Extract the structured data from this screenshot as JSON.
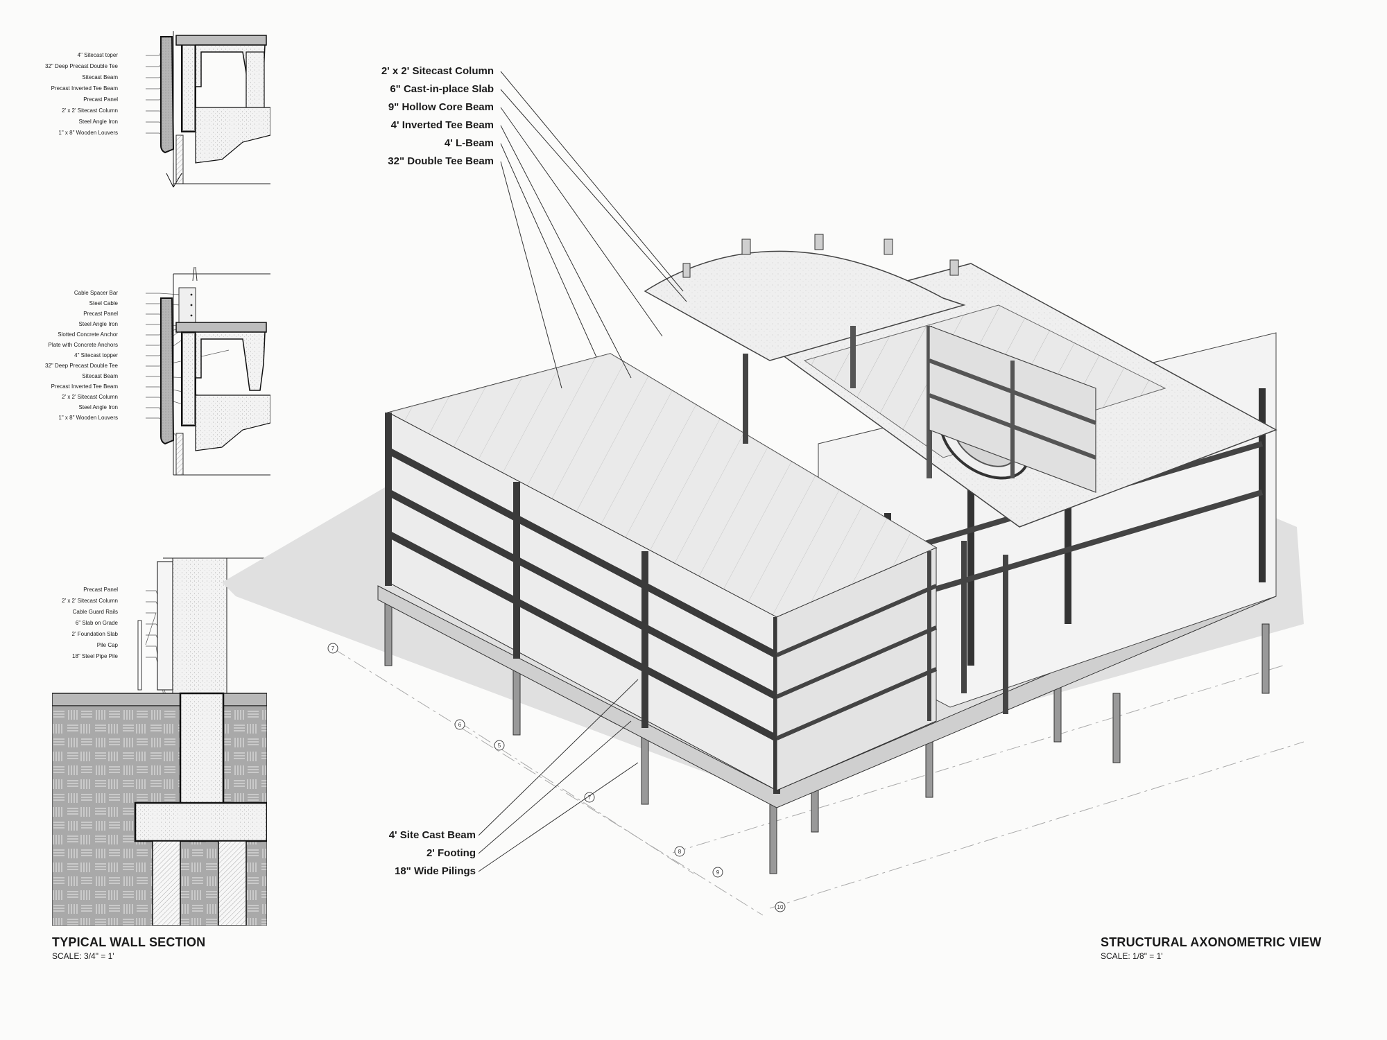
{
  "detail_1": {
    "labels": [
      "4\" Sitecast toper",
      "32\" Deep Precast Double Tee",
      "Sitecast Beam",
      "Precast Inverted Tee Beam",
      "Precast Panel",
      "2' x 2' Sitecast Column",
      "Steel Angle Iron",
      "1\" x 8\" Wooden Louvers"
    ]
  },
  "detail_2": {
    "labels": [
      "Cable Spacer Bar",
      "Steel Cable",
      "Precast Panel",
      "Steel Angle Iron",
      "Slotted Concrete Anchor",
      "Plate with Concrete Anchors",
      "4\" Sitecast topper",
      "32\" Deep Precast Double Tee",
      "Sitecast Beam",
      "Precast Inverted Tee Beam",
      "2' x 2' Sitecast Column",
      "Steel Angle Iron",
      "1\" x 8\" Wooden Louvers"
    ]
  },
  "detail_3": {
    "labels": [
      "Precast Panel",
      "2' x 2' Sitecast Column",
      "Cable Guard Rails",
      "6\" Slab on Grade",
      "2' Foundation Slab",
      "Pile Cap",
      "18\" Steel Pipe Pile"
    ]
  },
  "callouts_top": [
    "2' x 2' Sitecast Column",
    "6\" Cast-in-place Slab",
    "9\" Hollow Core Beam",
    "4' Inverted Tee Beam",
    "4' L-Beam",
    "32\" Double Tee Beam"
  ],
  "callouts_bottom": [
    "4' Site Cast Beam",
    "2' Footing",
    "18\" Wide Pilings"
  ],
  "grid_tags": [
    "7",
    "6",
    "5",
    "7",
    "8",
    "9",
    "10"
  ],
  "left_title": "TYPICAL WALL SECTION",
  "left_scale": "SCALE: 3/4\" = 1'",
  "right_title": "STRUCTURAL AXONOMETRIC VIEW",
  "right_scale": "SCALE: 1/8\" = 1'"
}
